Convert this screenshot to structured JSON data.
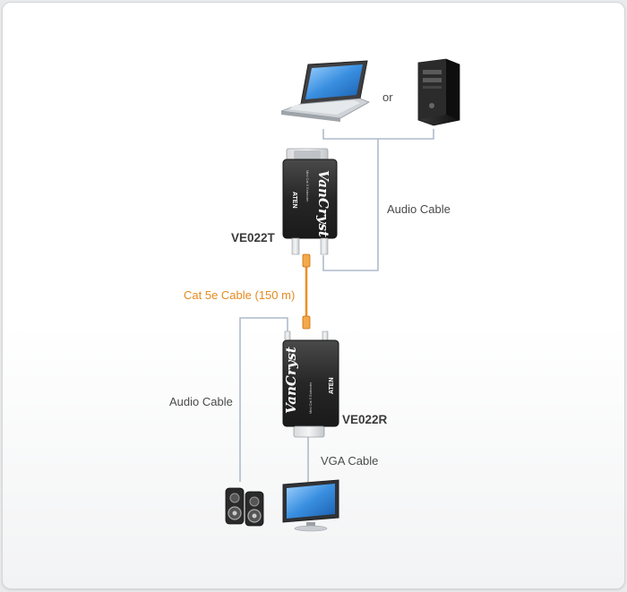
{
  "labels": {
    "or": "or",
    "audio_cable_top": "Audio Cable",
    "ve022t": "VE022T",
    "cat5e": "Cat 5e Cable (150 m)",
    "audio_cable_left": "Audio Cable",
    "ve022r": "VE022R",
    "vga_cable": "VGA Cable"
  },
  "device_branding": {
    "product_logo": "VanCryst",
    "brand": "ATEN"
  },
  "colors": {
    "cable_gray": "#aebccb",
    "cat5e_orange": "#f0902a",
    "device_body": "#2a2a2a",
    "screen_blue": "#2a78c8"
  }
}
